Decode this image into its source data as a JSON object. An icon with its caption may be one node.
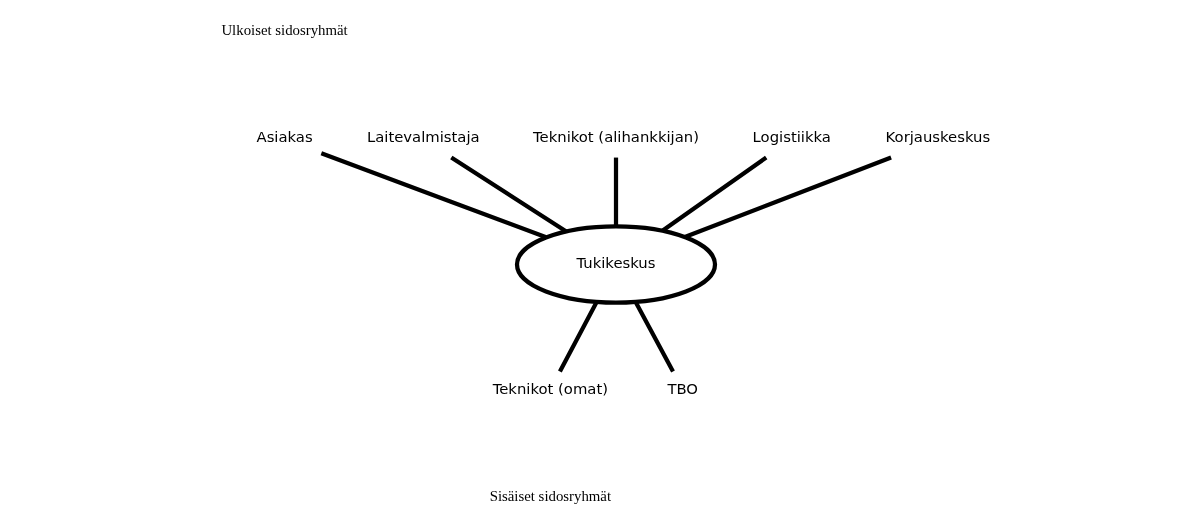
{
  "diagram": {
    "nodes": [
      {
        "text": [
          "Tukikeskus"
        ]
      },
      {
        "text": [
          "Asiakas"
        ]
      },
      {
        "text": [
          "Laitevalmistaja"
        ]
      },
      {
        "text": [
          "Teknikot (alihankkijan)"
        ]
      },
      {
        "text": [
          "Logistiikka"
        ]
      },
      {
        "text": [
          "Korjauskeskus"
        ]
      },
      {
        "text": [
          "Teknikot (omat)"
        ]
      },
      {
        "text": [
          "TBO"
        ]
      }
    ],
    "edges": [
      {
        "from": 1,
        "to": 0,
        "arrow": "none"
      },
      {
        "from": 2,
        "to": 0,
        "arrow": "none"
      },
      {
        "from": 3,
        "to": 0,
        "arrow": "none"
      },
      {
        "from": 4,
        "to": 0,
        "arrow": "none"
      },
      {
        "from": 5,
        "to": 0,
        "arrow": "none"
      },
      {
        "from": 0,
        "to": 6,
        "arrow": "none"
      },
      {
        "from": 0,
        "to": 7,
        "arrow": "none"
      }
    ],
    "labels": [
      "Ulkoiset sidosryhmät",
      "Sisäiset sidosryhmät"
    ]
  }
}
